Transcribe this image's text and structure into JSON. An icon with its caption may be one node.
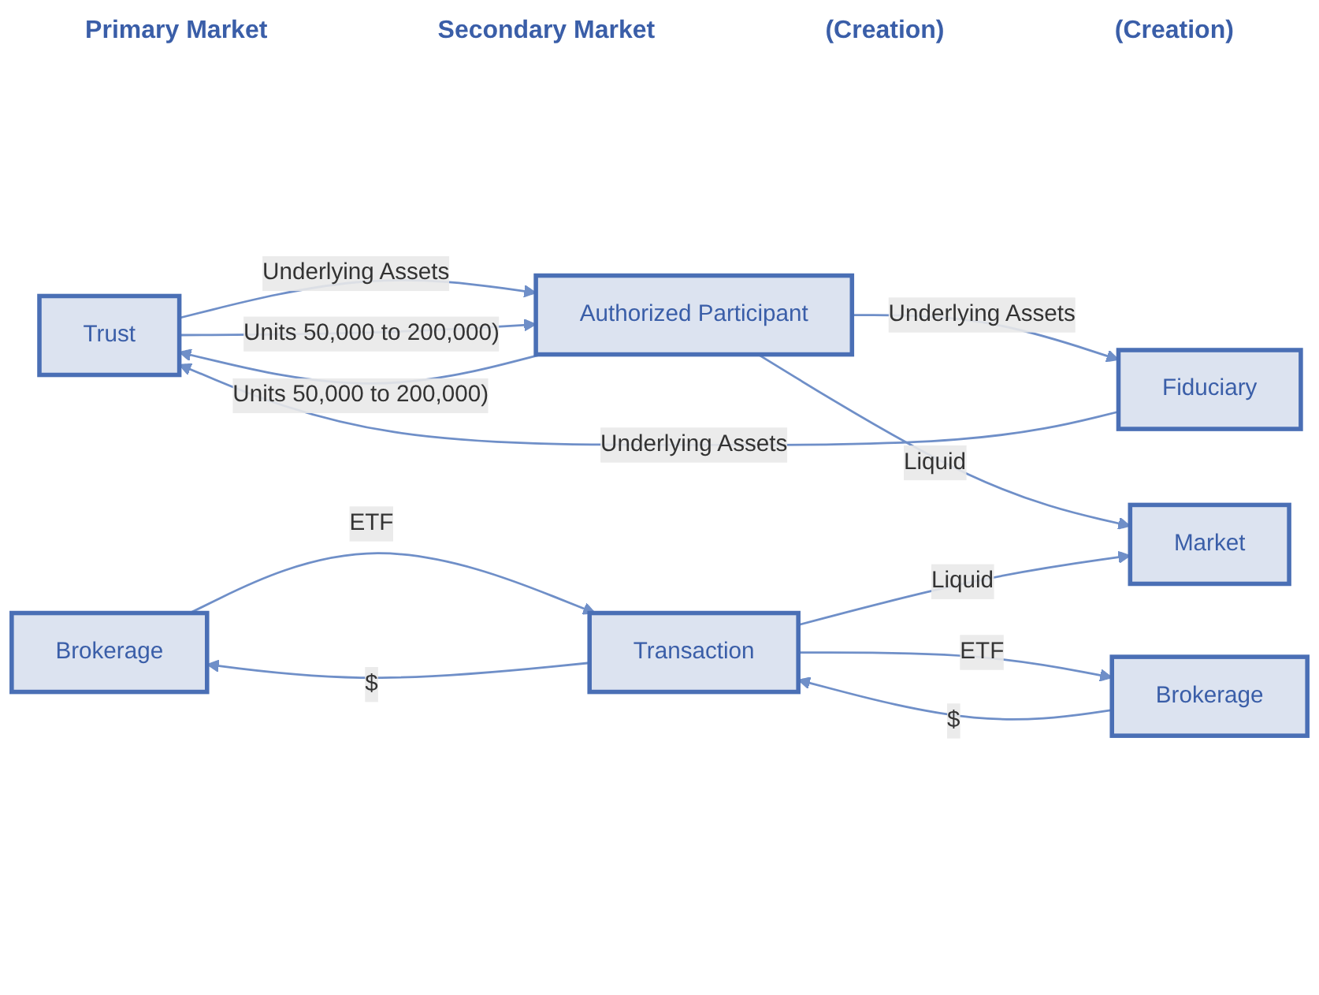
{
  "diagram": {
    "nodes": [
      {
        "text": [
          "Trust"
        ]
      },
      {
        "text": [
          "Authorized Participant"
        ]
      },
      {
        "text": [
          "Fiduciary"
        ]
      },
      {
        "text": [
          "Market"
        ]
      },
      {
        "text": [
          "Brokerage"
        ]
      },
      {
        "text": [
          "Transaction"
        ]
      },
      {
        "text": [
          "Brokerage"
        ]
      }
    ],
    "edges": [
      {
        "from": 1,
        "to": 0,
        "arrow": "to",
        "label": "Units 50,000 to 200,000)"
      },
      {
        "from": 0,
        "to": 1,
        "arrow": "to",
        "label": "Underlying Assets"
      },
      {
        "from": 2,
        "to": 0,
        "arrow": "to",
        "label": "Underlying Assets"
      },
      {
        "from": 1,
        "to": 2,
        "arrow": "to",
        "label": "Underlying Assets"
      },
      {
        "from": 0,
        "to": 1,
        "arrow": "to",
        "label": "Units 50,000 to 200,000)"
      },
      {
        "from": 1,
        "to": 3,
        "arrow": "to",
        "label": "Liquid"
      },
      {
        "from": 5,
        "to": 3,
        "arrow": "to",
        "label": "Liquid"
      },
      {
        "from": 5,
        "to": 4,
        "arrow": "to",
        "label": "$"
      },
      {
        "from": 4,
        "to": 5,
        "arrow": "to",
        "label": "ETF"
      },
      {
        "from": 6,
        "to": 5,
        "arrow": "to",
        "label": "$"
      },
      {
        "from": 5,
        "to": 6,
        "arrow": "to",
        "label": "ETF"
      }
    ],
    "labels": [
      "Primary Market",
      "Secondary Market",
      "(Creation)",
      "(Creation)"
    ]
  }
}
